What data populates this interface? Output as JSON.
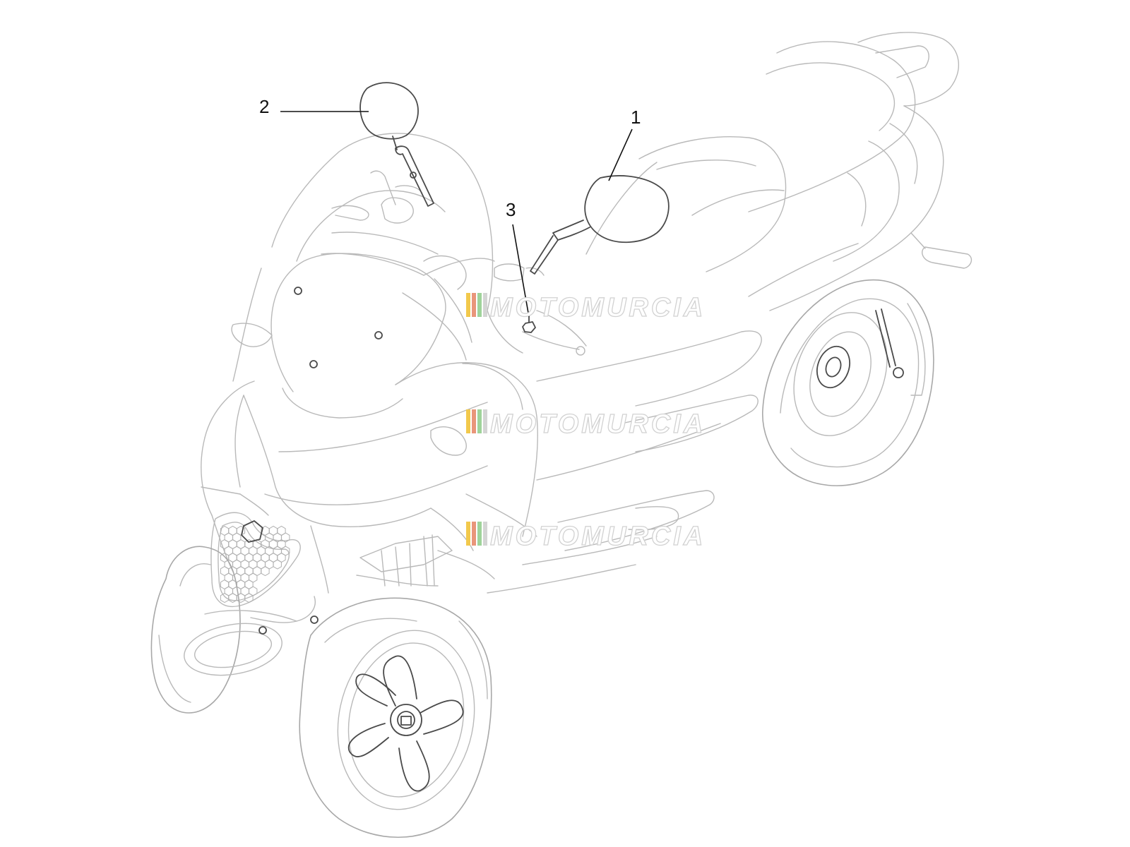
{
  "callouts": [
    {
      "id": "1",
      "label": "1"
    },
    {
      "id": "2",
      "label": "2"
    },
    {
      "id": "3",
      "label": "3"
    }
  ],
  "watermark": {
    "text": "MOTOMURCIA",
    "stripe_colors": [
      "#f2c94c",
      "#e9967a",
      "#9fd39a",
      "#d5d5d5"
    ]
  },
  "colors": {
    "outline_light": "#b9b9b9",
    "outline_dark": "#4a4a4a",
    "label": "#111111"
  }
}
